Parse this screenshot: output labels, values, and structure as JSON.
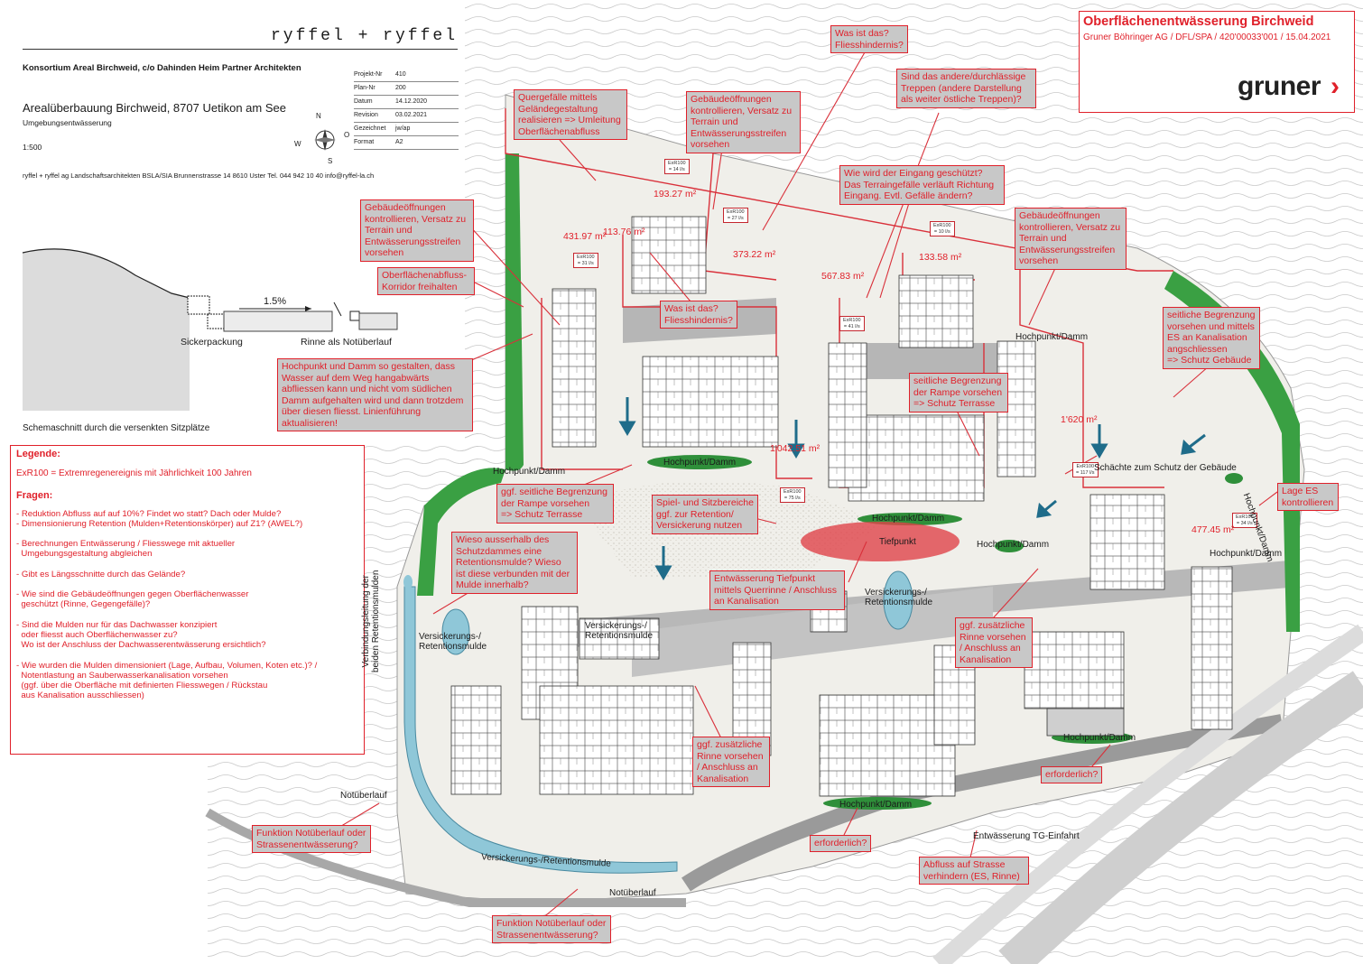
{
  "header": {
    "brand": "ryffel + ryffel",
    "client": "Konsortium Areal Birchweid, c/o Dahinden Heim Partner Architekten",
    "project_title": "Arealüberbauung Birchweid, 8707 Uetikon am See",
    "subtitle": "Umgebungsentwässerung",
    "scale": "1:500",
    "address": "ryffel + ryffel ag   Landschaftsarchitekten BSLA/SIA   Brunnenstrasse 14   8610 Uster   Tel. 044 942 10 40   info@ryffel-la.ch",
    "meta": [
      {
        "label": "Projekt-Nr",
        "value": "410"
      },
      {
        "label": "Plan-Nr",
        "value": "200"
      },
      {
        "label": "Datum",
        "value": "14.12.2020"
      },
      {
        "label": "Revision",
        "value": "03.02.2021"
      },
      {
        "label": "Gezeichnet",
        "value": "jw/ap"
      },
      {
        "label": "Format",
        "value": "A2"
      }
    ],
    "compass": {
      "n": "N",
      "s": "S",
      "w": "W",
      "o": "O"
    }
  },
  "gruner": {
    "title": "Oberflächenentwässerung Birchweid",
    "subtitle": "Gruner Böhringer AG / DFL/SPA / 420'00033'001 / 15.04.2021",
    "logo": "gruner"
  },
  "section": {
    "slope": "1.5%",
    "label_left": "Sickerpackung",
    "label_right": "Rinne als Notüberlauf",
    "caption": "Schemaschnitt durch die versenkten Sitzplätze"
  },
  "legend": {
    "title": "Legende:",
    "exr": "ExR100 = Extremregenereignis mit Jährlichkeit 100 Jahren",
    "questions_title": "Fragen:",
    "questions": "- Reduktion Abfluss auf auf 10%? Findet wo statt? Dach oder Mulde?\n- Dimensionierung Retention (Mulden+Retentionskörper) auf Z1? (AWEL?)\n\n- Berechnungen Entwässerung / Fliesswege mit aktueller\n  Umgebungsgestaltung abgleichen\n\n- Gibt es Längsschnitte durch das Gelände?\n\n- Wie sind die Gebäudeöffnungen gegen Oberflächenwasser\n  geschützt (Rinne, Gegengefälle)?\n\n- Sind die Mulden nur für das Dachwasser konzipiert\n  oder fliesst auch Oberflächenwasser zu?\n  Wo ist der Anschluss der Dachwasserentwässerung ersichtlich?\n\n- Wie wurden die Mulden dimensioniert (Lage, Aufbau, Volumen, Koten etc.)? /\n  Notentlastung an Sauberwasserkanalisation vorsehen\n  (ggf. über die Oberfläche mit definierten Fliesswegen / Rückstau\n  aus Kanalisation ausschliessen)"
  },
  "notes": [
    "Was ist das?\nFliesshindernis?",
    "Sind das andere/durchlässige\nTreppen (andere Darstellung\nals weiter östliche Treppen)?",
    "Quergefälle mittels\nGeländegestaltung\nrealisieren => Umleitung\nOberflächenabfluss",
    "Gebäudeöffnungen\nkontrollieren, Versatz zu\nTerrain und\nEntwässerungsstreifen\nvorsehen",
    "Wie wird der Eingang geschützt?\nDas Terraingefälle verläuft Richtung\nEingang. Evtl. Gefälle ändern?",
    "Gebäudeöffnungen\nkontrollieren, Versatz zu\nTerrain und\nEntwässerungsstreifen\nvorsehen",
    "Gebäudeöffnungen\nkontrollieren, Versatz zu\nTerrain und\nEntwässerungsstreifen\nvorsehen",
    "Oberflächenabfluss-\nKorridor freihalten",
    "Was ist das?\nFliesshindernis?",
    "seitliche Begrenzung\nvorsehen und mittels\nES an Kanalisation\nangschliessen\n=> Schutz Gebäude",
    "Hochpunkt und Damm so gestalten, dass\nWasser auf dem Weg hangabwärts\nabfliessen kann und nicht vom südlichen\nDamm aufgehalten wird und dann trotzdem\nüber diesen fliesst. Linienführung\naktualisieren!",
    "seitliche Begrenzung\nder Rampe vorsehen\n=> Schutz Terrasse",
    "ggf. seitliche Begrenzung\nder Rampe vorsehen\n=> Schutz Terrasse",
    "Spiel- und Sitzbereiche\nggf. zur Retention/\nVersickerung nutzen",
    "Lage ES\nkontrollieren",
    "Wieso ausserhalb des\nSchutzdammes eine\nRetentionsmulde? Wieso\nist diese verbunden mit der\nMulde innerhalb?",
    "Entwässerung Tiefpunkt\nmittels Querrinne / Anschluss\nan Kanalisation",
    "ggf. zusätzliche\nRinne vorsehen\n/ Anschluss an\nKanalisation",
    "ggf. zusätzliche\nRinne vorsehen\n/ Anschluss an\nKanalisation",
    "erforderlich?",
    "Funktion Notüberlauf oder\nStrassenentwässerung?",
    "erforderlich?",
    "Abfluss auf Strasse\nverhindern (ES, Rinne)",
    "Funktion Notüberlauf oder\nStrassenentwässerung?"
  ],
  "areas": [
    "193.27 m²",
    "431.97 m²",
    "113.76 m²",
    "373.22 m²",
    "567.83 m²",
    "133.58 m²",
    "1'620 m²",
    "1'042.51 m²",
    "477.45 m²"
  ],
  "exr": [
    {
      "a": "ExR100",
      "b": "= 14 l/s"
    },
    {
      "a": "ExR100",
      "b": "= 27 l/s"
    },
    {
      "a": "ExR100",
      "b": "= 31 l/s"
    },
    {
      "a": "ExR100",
      "b": "= 10 l/s"
    },
    {
      "a": "ExR100",
      "b": "= 41 l/s"
    },
    {
      "a": "ExR100",
      "b": "= 117 l/s"
    },
    {
      "a": "ExR100",
      "b": "= 75 l/s"
    },
    {
      "a": "ExR100",
      "b": "= 34 l/s"
    }
  ],
  "plan_labels": {
    "hochpunkt": "Hochpunkt/Damm",
    "tiefpunkt": "Tiefpunkt",
    "mulde": "Versickerungs-/\nRetentionsmulde",
    "mulde_long": "Versickerungs-/Retentionsmulde",
    "notueberlauf": "Notüberlauf",
    "verbindung": "Verbindungsleitung der\nbeiden Retentionsmulden",
    "schaechte": "Schächte zum Schutz der Gebäude",
    "tg": "Entwässerung TG-Einfahrt"
  }
}
